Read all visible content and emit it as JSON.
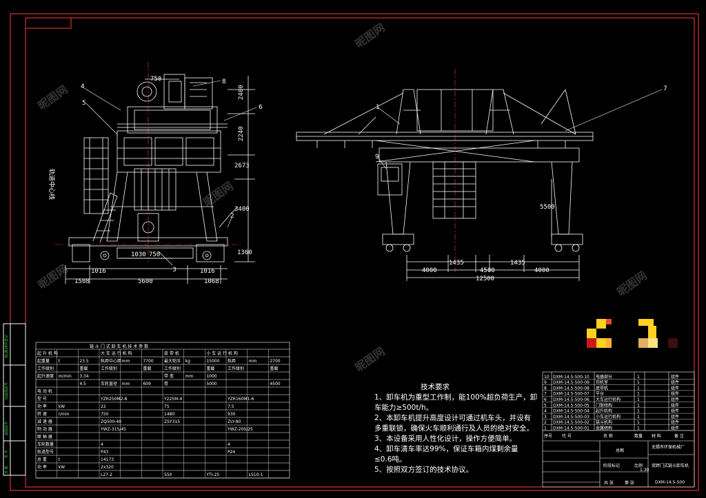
{
  "side_view": {
    "dimensions": {
      "top_width": "750",
      "height_upper": "2400",
      "height_mid": "2240",
      "height_a": "2673",
      "height_b": "3400",
      "height_c": "1360",
      "wheel_a": "1030",
      "wheel_b": "750",
      "base_left": "1016",
      "base_right": "1016",
      "span_left": "1508",
      "span_mid": "5600",
      "span_right": "1068"
    },
    "balloons": [
      "4",
      "5",
      "8",
      "6",
      "2",
      "3"
    ],
    "vertical_label": "轨道中心线"
  },
  "front_view": {
    "dimensions": {
      "height": "5500",
      "a": "1435",
      "b": "1435",
      "left": "4000",
      "mid": "4500",
      "right": "4000",
      "total": "12500"
    },
    "balloons": [
      "1",
      "7",
      "9"
    ]
  },
  "tech_requirements": {
    "title": "技术要求",
    "items": [
      "1、卸车机为重型工作制，能100%超负荷生产，卸",
      "车能力≥500t/h。",
      "2、本卸车机提升高度设计可通过机车头，并设有",
      "多重联锁，确保火车顺利通行及人员的绝对安全。",
      "3、本设备采用人性化设计，操作方便简单。",
      "4、卸车清车率达99%，保证车箱内煤剩余量",
      "≤0.6吨。",
      "5、按照双方签订的技术协议。"
    ]
  },
  "param_table": {
    "title": "链 斗 门 式 卸 车 机 技 术 参 数",
    "rows": [
      [
        "起 升 机 构",
        "",
        "",
        "大 车 运 行 机 构",
        "",
        "",
        "皮 带 机",
        "",
        "小 车 运 行 机 构",
        ""
      ],
      [
        "起重量",
        "t",
        "23.5",
        "轨距中心距",
        "mm",
        "7700",
        "最大轮压",
        "kg",
        "15000",
        "轨距",
        "mm",
        "2700"
      ],
      [
        "工作级别",
        "",
        "重载",
        "工作级别",
        "",
        "重载",
        "工作级别",
        "",
        "重载",
        "工作级别",
        "",
        "重载"
      ],
      [
        "起升速度",
        "m/min",
        "3.34",
        "",
        "",
        "",
        "带 宽",
        "mm",
        "1000",
        "",
        "",
        ""
      ],
      [
        "",
        "",
        "4.5",
        "车轮直径",
        "mm",
        "609",
        "卷",
        "",
        "5000",
        "",
        "",
        "4500"
      ],
      [
        "电 动 机",
        "",
        "",
        "",
        "",
        "",
        "",
        "",
        "",
        "",
        "",
        ""
      ],
      [
        "型 号",
        "",
        "",
        "YZR250M2-8",
        "",
        "",
        "Y225M-4",
        "",
        "",
        "YZR160M1-6",
        "",
        ""
      ],
      [
        "功 率",
        "kW",
        "",
        "22",
        "",
        "",
        "75",
        "",
        "",
        "7.5",
        "",
        ""
      ],
      [
        "转 速",
        "r/min",
        "",
        "750",
        "",
        "",
        "1480",
        "",
        "",
        "930",
        "",
        ""
      ],
      [
        "减 速 器",
        "",
        "",
        "ZQ500-40",
        "",
        "",
        "ZSY315",
        "",
        "",
        "ZLY-80",
        "",
        ""
      ],
      [
        "制 动 器",
        "",
        "",
        "YWZ-315/45",
        "",
        "",
        "",
        "",
        "",
        "YWZ-200/25",
        "",
        ""
      ],
      [
        "联 轴 器",
        "",
        "",
        "",
        "",
        "",
        "",
        "",
        "",
        "",
        "",
        ""
      ],
      [
        "车轮数量",
        "",
        "",
        "4",
        "",
        "",
        "",
        "",
        "",
        "4",
        "",
        ""
      ],
      [
        "轨道型号",
        "",
        "",
        "P43",
        "",
        "",
        "",
        "",
        "",
        "P24",
        "",
        ""
      ],
      [
        "总 重",
        "t",
        "",
        "14173",
        "",
        "",
        "",
        "",
        "",
        "",
        "",
        ""
      ],
      [
        "功 率",
        "kW",
        "",
        "2x320",
        "",
        "",
        "",
        "",
        "",
        "",
        "",
        ""
      ],
      [
        "",
        "",
        "",
        "L27-2",
        "",
        "",
        "550",
        "",
        "YTI-25",
        "",
        "LS10-1",
        ""
      ]
    ]
  },
  "parts_list": {
    "rows": [
      [
        "10",
        "DXM-14.5-500-10",
        "",
        "电器部分",
        "",
        "1",
        "",
        "组件"
      ],
      [
        "9",
        "DXM-14.5-500-09",
        "",
        "司机室",
        "",
        "1",
        "",
        "组件"
      ],
      [
        "8",
        "DXM-14.5-500-08",
        "",
        "皮带机",
        "",
        "1",
        "",
        "组件"
      ],
      [
        "7",
        "DXM-14.5-500-07",
        "",
        "平台",
        "",
        "1",
        "",
        "组件"
      ],
      [
        "6",
        "DXM-14.5-500-06",
        "",
        "大车运行机构",
        "",
        "1",
        "",
        "组件"
      ],
      [
        "5",
        "DXM-14.5-500-05",
        "",
        "门架结构",
        "",
        "1",
        "",
        "组件"
      ],
      [
        "4",
        "DXM-14.5-500-04",
        "",
        "起升机构",
        "",
        "1",
        "",
        "组件"
      ],
      [
        "3",
        "DXM-14.5-500-03",
        "",
        "小车运行机构",
        "",
        "1",
        "",
        "组件"
      ],
      [
        "2",
        "DXM-14.5-500-02",
        "",
        "链斗机构",
        "",
        "1",
        "",
        "组件"
      ],
      [
        "1",
        "DXM-14.5-500-01",
        "",
        "金属结构",
        "",
        "1",
        "",
        "组件"
      ]
    ],
    "header": [
      "序号",
      "代 号",
      "名 称",
      "数量",
      "材 料",
      "备 注"
    ]
  },
  "title_block": {
    "drawing_name": "总图",
    "product_name": "双跨门式链斗卸车机",
    "company": "无锡市环保机械厂",
    "drawing_no": "DXM-14.5-500",
    "scale_label": "比例",
    "scale": "1:30",
    "stage_label": "阶段标记",
    "sheet_total": "共 张",
    "sheet_no": "第 张"
  },
  "side_strip": [
    "借(通)用件登记",
    "旧底图总号",
    "底图总号",
    "签 字",
    "日 期"
  ],
  "watermark": "昵图网",
  "colors": {
    "line": "#ffffff",
    "frame": "#ff3b3b",
    "blue": "#4a6cff",
    "yellow": "#ffd21e",
    "green": "#35c23a",
    "dim": "#ffffff"
  }
}
